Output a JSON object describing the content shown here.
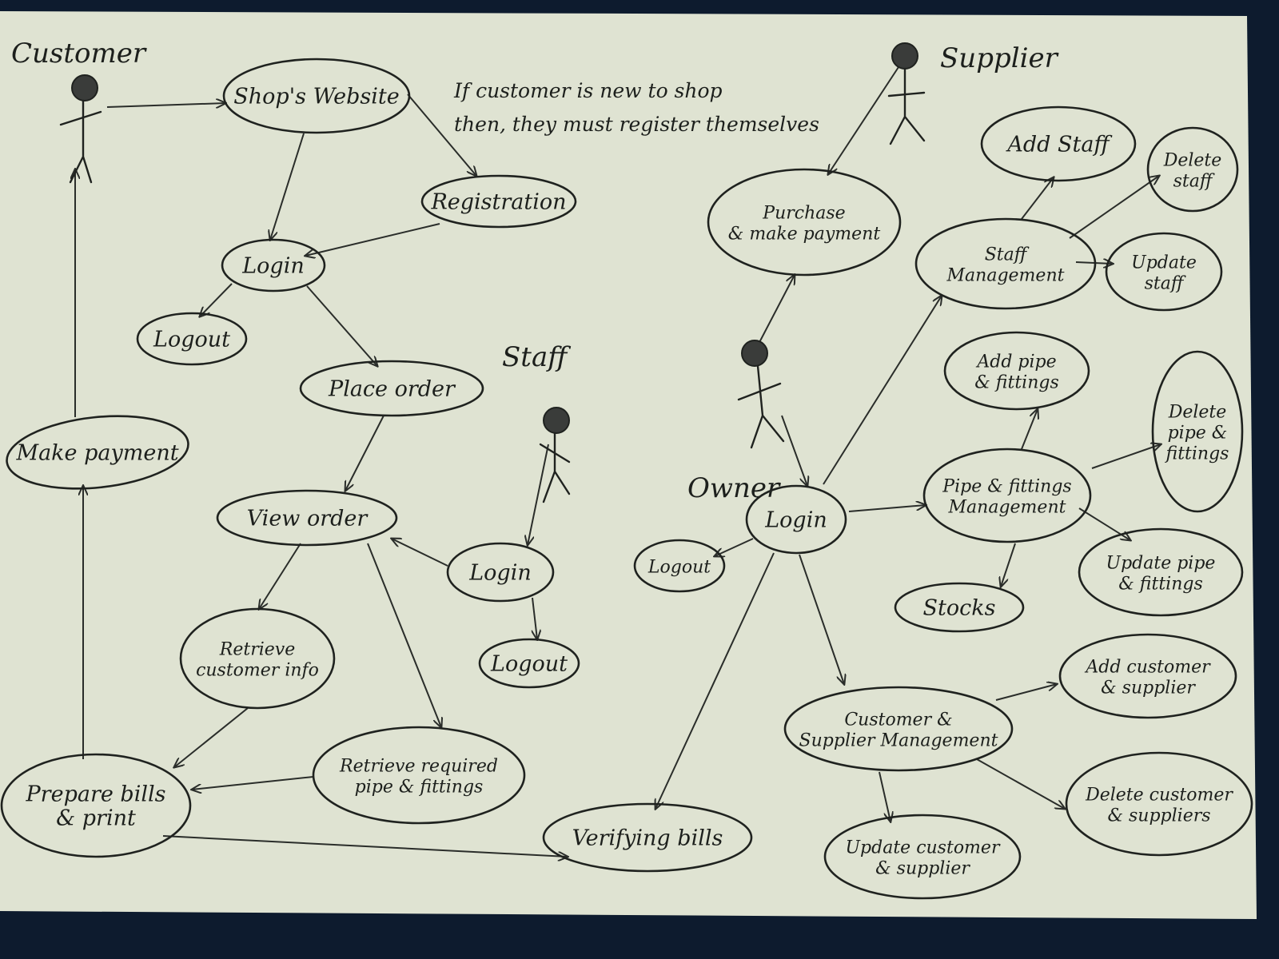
{
  "actors": {
    "customer": "Customer",
    "staff": "Staff",
    "owner": "Owner",
    "supplier": "Supplier"
  },
  "note": [
    "If customer is new to shop",
    "then, they must register themselves"
  ],
  "nodes": {
    "shops_website": [
      "Shop's Website"
    ],
    "registration": [
      "Registration"
    ],
    "customer_login": [
      "Login"
    ],
    "customer_logout": [
      "Logout"
    ],
    "place_order": [
      "Place order"
    ],
    "view_order": [
      "View order"
    ],
    "make_payment": [
      "Make payment"
    ],
    "retrieve_customer_info": [
      "Retrieve",
      "customer info"
    ],
    "retrieve_pipe": [
      "Retrieve required",
      "pipe & fittings"
    ],
    "prepare_bills": [
      "Prepare bills",
      "& print"
    ],
    "staff_login": [
      "Login"
    ],
    "staff_logout": [
      "Logout"
    ],
    "verifying_bills": [
      "Verifying bills"
    ],
    "purchase": [
      "Purchase",
      "& make payment"
    ],
    "owner_login": [
      "Login"
    ],
    "owner_logout": [
      "Logout"
    ],
    "staff_management": [
      "Staff",
      "Management"
    ],
    "add_staff": [
      "Add Staff"
    ],
    "delete_staff": [
      "Delete",
      "staff"
    ],
    "update_staff": [
      "Update",
      "staff"
    ],
    "add_pipe": [
      "Add pipe",
      "& fittings"
    ],
    "pipe_management": [
      "Pipe & fittings",
      "Management"
    ],
    "delete_pipe": [
      "Delete",
      "pipe &",
      "fittings"
    ],
    "update_pipe": [
      "Update pipe",
      "& fittings"
    ],
    "stocks": [
      "Stocks"
    ],
    "cs_management": [
      "Customer &",
      "Supplier Management"
    ],
    "add_cs": [
      "Add customer",
      "& supplier"
    ],
    "delete_cs": [
      "Delete customer",
      "& suppliers"
    ],
    "update_cs": [
      "Update customer",
      "& supplier"
    ]
  }
}
